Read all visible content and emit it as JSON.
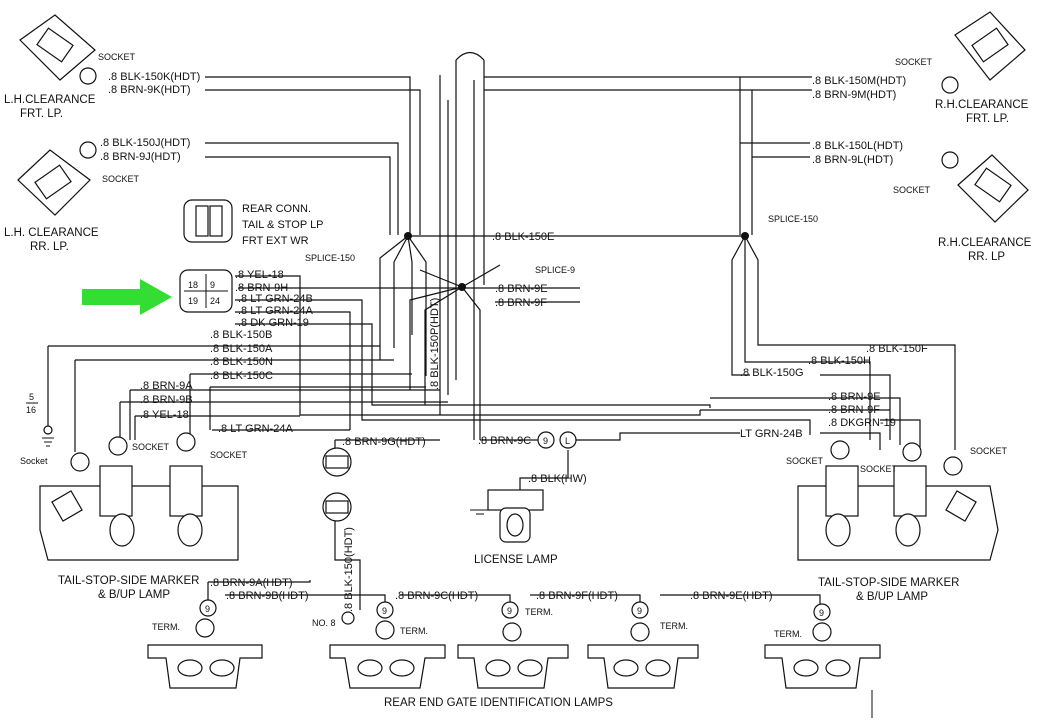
{
  "lamps": {
    "lh_frt": [
      "L.H.CLEARANCE",
      "FRT. LP."
    ],
    "lh_rr": [
      "L.H. CLEARANCE",
      "RR. LP."
    ],
    "rh_frt": [
      "R.H.CLEARANCE",
      "FRT. LP."
    ],
    "rh_rr": [
      "R.H.CLEARANCE",
      "RR. LP"
    ],
    "tail_left": [
      "TAIL-STOP-SIDE MARKER",
      "& B/UP LAMP"
    ],
    "tail_right": [
      "TAIL-STOP-SIDE MARKER",
      "& B/UP LAMP"
    ],
    "license": "LICENSE LAMP",
    "rear_gate": "REAR END GATE IDENTIFICATION LAMPS"
  },
  "socket": "SOCKET",
  "socket_mixed": "Socket",
  "term": "TERM.",
  "no8": "NO. 8",
  "splices": {
    "s150_left": "SPLICE-150",
    "s150_right": "SPLICE-150",
    "s9": "SPLICE-9"
  },
  "rear_conn": [
    "REAR CONN.",
    "TAIL & STOP LP",
    "FRT EXT WR"
  ],
  "connector_pins": [
    "18",
    "9",
    "19",
    "24"
  ],
  "fuse": [
    "5",
    "16"
  ],
  "nine": "9",
  "ell": "L",
  "wires": {
    "blk150k": ".8 BLK-150K(HDT)",
    "brn9k": ".8 BRN-9K(HDT)",
    "blk150j": ".8 BLK-150J(HDT)",
    "brn9j": ".8 BRN-9J(HDT)",
    "blk150m": ".8 BLK-150M(HDT)",
    "brn9m": ".8 BRN-9M(HDT)",
    "blk150l": ".8 BLK-150L(HDT)",
    "brn9l": ".8 BRN-9L(HDT)",
    "blk150e": ".8 BLK-150E",
    "brn9e": ".8 BRN-9E",
    "brn9f": ".8 BRN-9F",
    "yel18": ".8 YEL-18",
    "brn9h": ".8 BRN-9H",
    "ltgrn24b": ".8 LT GRN-24B",
    "ltgrn24a": ".8 LT GRN-24A",
    "dkgrn19": ".8 DK GRN-19",
    "blk150b": ".8 BLK-150B",
    "blk150a": ".8 BLK-150A",
    "blk150n": ".8 BLK-150N",
    "blk150c": ".8 BLK-150C",
    "brn9a": ".8 BRN-9A",
    "brn9b": ".8 BRN-9B",
    "yel18b": ".8 YEL-18",
    "ltgrn24a2": ".8 LT GRN-24A",
    "blk150p": ".8 BLK-150P(HDT)",
    "brn9g": ".8 BRN-9G(HDT)",
    "brn9c": ".8 BRN-9C",
    "blkhw": ".8 BLK(HW)",
    "blk150v": ".8 BLK-150(HDT)",
    "blk150f": ".8 BLK-150F",
    "blk150h": ".8 BLK-150H",
    "blk150g": ".8 BLK-150G",
    "brn9e_r": ".8 BRN-9E",
    "brn9f_r": ".8 BRN-9F",
    "dkgrn19_r": ".8 DKGRN-19",
    "ltgrn24b_r": "LT GRN-24B",
    "brn9ah": ".8 BRN-9A(HDT)",
    "brn9bh": ".8 BRN-9B(HDT)",
    "brn9ch": ".8 BRN-9C(HDT)",
    "brn9fh": ".8 BRN-9F(HDT)",
    "brn9eh": ".8 BRN-9E(HDT)"
  },
  "colors": {
    "line": "#111111",
    "arrow": "#33dd33",
    "background": "#ffffff"
  }
}
